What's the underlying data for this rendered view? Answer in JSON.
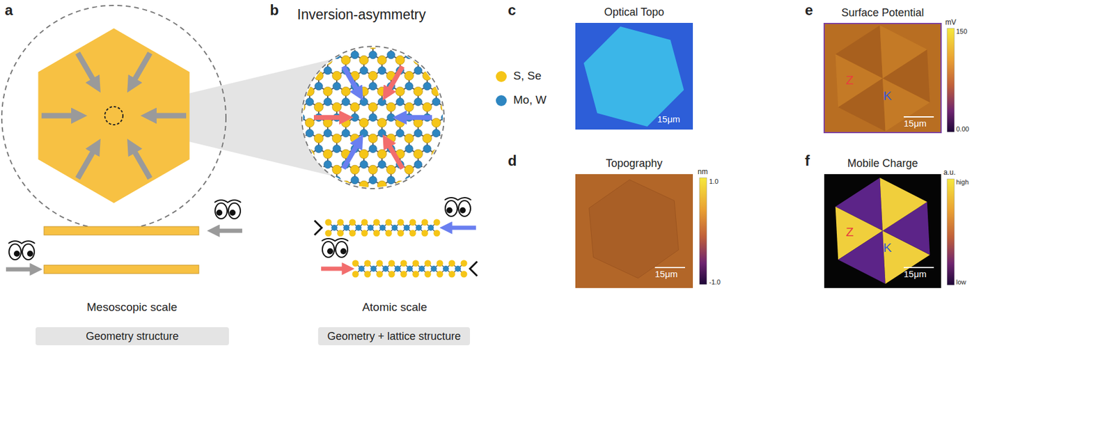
{
  "diagram": {
    "nodes": [
      {
        "text": [
          "Geometry structure"
        ]
      },
      {
        "text": [
          "Geometry + lattice structure"
        ]
      },
      {
        "text": [
          "Optical Topo",
          "15μm"
        ]
      },
      {
        "text": [
          "Topography",
          "15μm"
        ]
      },
      {
        "text": [
          "Surface Potential",
          "Z",
          "K",
          "15μm"
        ]
      },
      {
        "text": [
          "Mobile Charge",
          "Z",
          "K",
          "15μm"
        ]
      }
    ],
    "labels": [
      "a",
      "b",
      "Inversion-asymmetry",
      "c",
      "d",
      "e",
      "f",
      "Mesoscopic scale",
      "Atomic scale",
      "nm",
      "1.0",
      "-1.0",
      "mV",
      "150",
      "0.00",
      "a.u.",
      "high",
      "low"
    ],
    "legend": [
      {
        "text": "S, Se",
        "color": "#f5c518"
      },
      {
        "text": "Mo, W",
        "color": "#2e86c1"
      }
    ]
  }
}
